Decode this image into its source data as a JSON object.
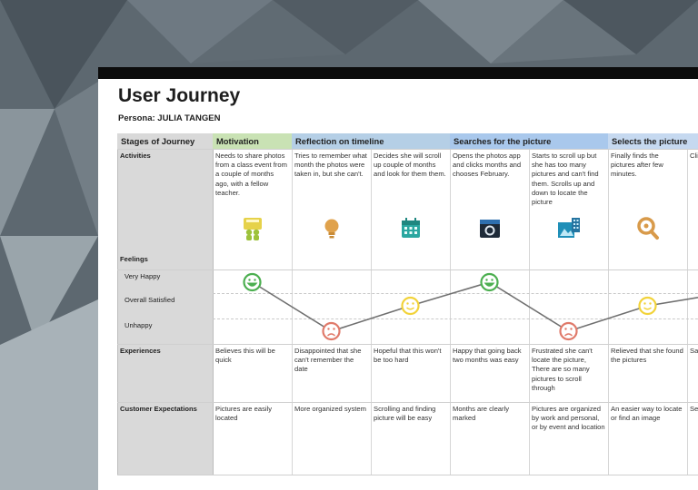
{
  "document": {
    "title": "User Journey",
    "persona": "Persona: JULIA TANGEN"
  },
  "row_labels": {
    "stages": "Stages of Journey",
    "activities": "Activities",
    "feelings": "Feelings",
    "very_happy": "Very Happy",
    "overall_satisfied": "Overall Satisfied",
    "unhappy": "Unhappy",
    "experiences": "Experiences",
    "expectations": "Customer Expectations"
  },
  "stages": [
    {
      "label": "Motivation",
      "color": "#c9e2b4"
    },
    {
      "label": "Reflection on timeline",
      "color": "#b5cfe6"
    },
    {
      "label": "Searches for the picture",
      "color": "#a9c8ec"
    },
    {
      "label": "Selects the picture",
      "color": "#c6d9f0"
    }
  ],
  "columns": [
    {
      "activity": "Needs to share photos from a class event from a couple of months ago, with a fellow teacher.",
      "icon": "presenter-icon",
      "feeling": "very-happy",
      "experience": "Believes this will be quick",
      "expectation": "Pictures are easily located"
    },
    {
      "activity": "Tries to remember what month the photos were taken in, but she can't.",
      "icon": "lightbulb-icon",
      "feeling": "unhappy",
      "experience": "Disappointed that she can't remember the date",
      "expectation": "More organized system"
    },
    {
      "activity": "Decides she will scroll up couple of months and look for them them.",
      "icon": "calendar-icon",
      "feeling": "satisfied",
      "experience": "Hopeful that this won't be too hard",
      "expectation": "Scrolling and finding picture will be easy"
    },
    {
      "activity": "Opens the photos app and clicks months and chooses February.",
      "icon": "camera-icon",
      "feeling": "very-happy",
      "experience": "Happy that going back two months was easy",
      "expectation": "Months are clearly marked"
    },
    {
      "activity": "Starts to scroll up but she has too many pictures and can't find them. Scrolls up and down to locate the picture",
      "icon": "photo-gallery-icon",
      "feeling": "unhappy",
      "experience": "Frustrated she can't locate the picture, There are so many pictures to scroll through",
      "expectation": "Pictures are organized by work and personal, or by event and location"
    },
    {
      "activity": "Finally finds the pictures after few minutes.",
      "icon": "magnifier-icon",
      "feeling": "satisfied",
      "experience": "Relieved that she found the pictures",
      "expectation": "An easier way to locate or find an image"
    },
    {
      "activity": "Clic butt the",
      "icon": "",
      "feeling": "very-happy",
      "experience": "Sat sys ima",
      "expectation": "Sel use"
    }
  ],
  "colors": {
    "happy": "#4caf50",
    "satisfied": "#f2d33a",
    "unhappy": "#e07a6a",
    "line": "#707070"
  }
}
